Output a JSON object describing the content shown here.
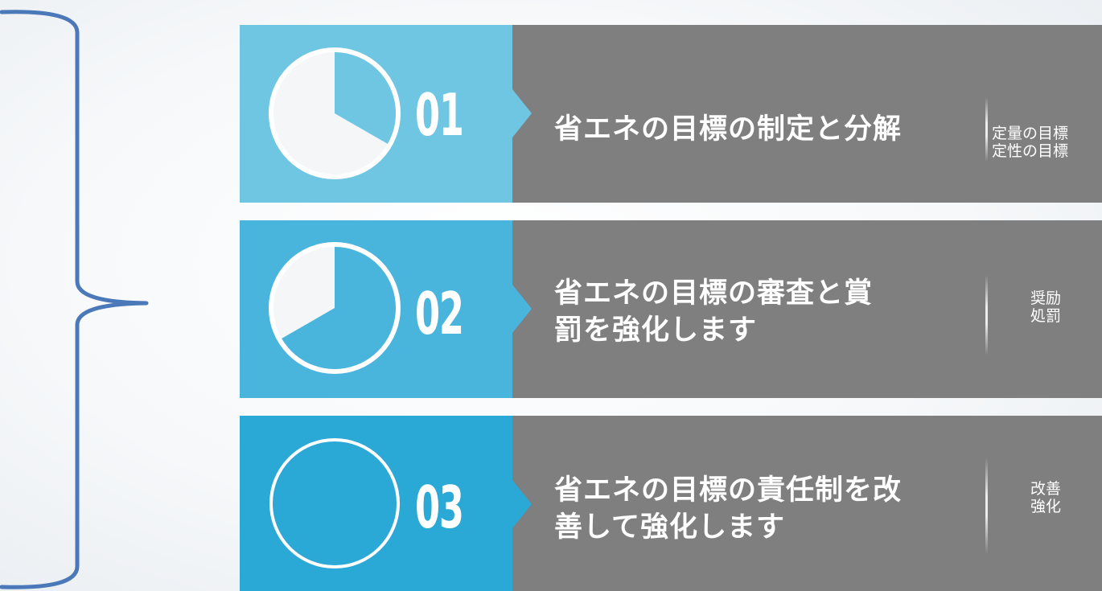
{
  "colors": {
    "row1_accent": "#6ec6e3",
    "row2_accent": "#4ab5dc",
    "row3_accent": "#2aa8d6",
    "panel": "#7f7f7f",
    "brace": "#4a78b8"
  },
  "items": [
    {
      "number": "01",
      "title_lines": [
        "省エネの目標の制定と分解"
      ],
      "notes": [
        "定量の目標",
        "定性の目標"
      ],
      "pie_fill": 0.33
    },
    {
      "number": "02",
      "title_lines": [
        "省エネの目標の審査と賞",
        "罰を強化します"
      ],
      "notes": [
        "奨励",
        "処罰"
      ],
      "pie_fill": 0.66
    },
    {
      "number": "03",
      "title_lines": [
        "省エネの目標の責任制を改",
        "善して強化します"
      ],
      "notes": [
        "改善",
        "強化"
      ],
      "pie_fill": 1.0
    }
  ]
}
